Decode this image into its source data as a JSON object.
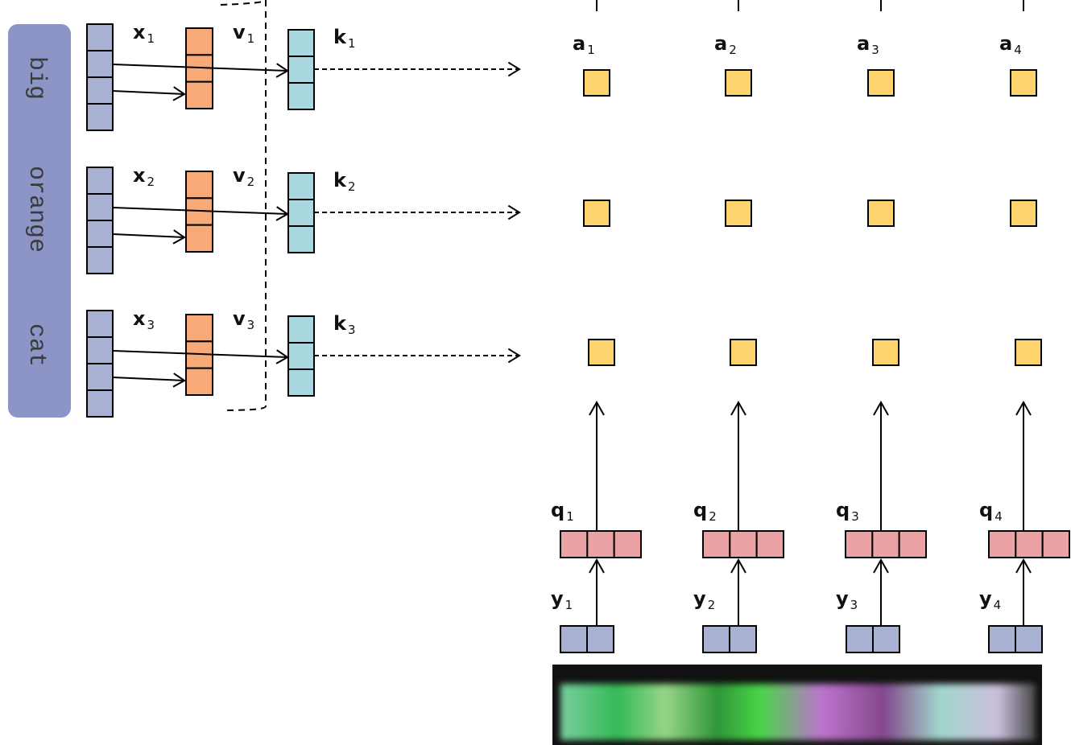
{
  "tokens": [
    "big",
    "orange",
    "cat"
  ],
  "encoder_rows": [
    {
      "x": {
        "base": "x",
        "sub": "1"
      },
      "v": {
        "base": "v",
        "sub": "1"
      },
      "k": {
        "base": "k",
        "sub": "1"
      }
    },
    {
      "x": {
        "base": "x",
        "sub": "2"
      },
      "v": {
        "base": "v",
        "sub": "2"
      },
      "k": {
        "base": "k",
        "sub": "2"
      }
    },
    {
      "x": {
        "base": "x",
        "sub": "3"
      },
      "v": {
        "base": "v",
        "sub": "3"
      },
      "k": {
        "base": "k",
        "sub": "3"
      }
    }
  ],
  "attention_labels": [
    {
      "base": "a",
      "sub": "1"
    },
    {
      "base": "a",
      "sub": "2"
    },
    {
      "base": "a",
      "sub": "3"
    },
    {
      "base": "a",
      "sub": "4"
    }
  ],
  "query_labels": [
    {
      "base": "q",
      "sub": "1"
    },
    {
      "base": "q",
      "sub": "2"
    },
    {
      "base": "q",
      "sub": "3"
    },
    {
      "base": "q",
      "sub": "4"
    }
  ],
  "decoder_inputs": [
    {
      "base": "y",
      "sub": "1"
    },
    {
      "base": "y",
      "sub": "2"
    },
    {
      "base": "y",
      "sub": "3"
    },
    {
      "base": "y",
      "sub": "4"
    }
  ],
  "colors": {
    "x_vector": "#a8b0d4",
    "v_vector": "#f7a978",
    "k_vector": "#a9d8e0",
    "attention_score": "#fdd36b",
    "q_vector": "#eaa2a4",
    "y_vector": "#a8b0d4",
    "token_pill": "#8c95c6"
  }
}
